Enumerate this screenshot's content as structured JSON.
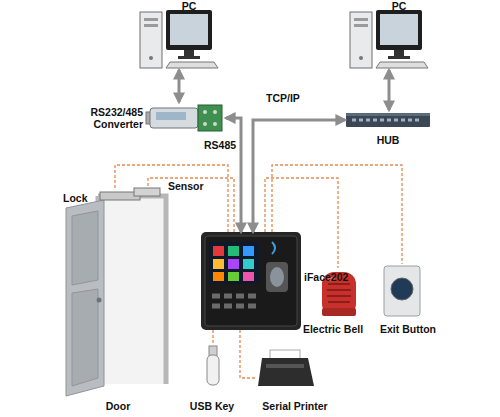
{
  "diagram": {
    "nodes": [
      {
        "text": [
          "PC"
        ]
      },
      {
        "text": [
          "PC"
        ]
      },
      {
        "text": [
          "RS232/485 Converter"
        ]
      },
      {
        "text": [
          "HUB"
        ]
      },
      {
        "text": [
          "iFace202"
        ]
      },
      {
        "text": [
          "Lock"
        ]
      },
      {
        "text": [
          "Sensor"
        ]
      },
      {
        "text": [
          "Door"
        ]
      },
      {
        "text": [
          "Electric Bell"
        ]
      },
      {
        "text": [
          "Exit Button"
        ]
      },
      {
        "text": [
          "USB Key"
        ]
      },
      {
        "text": [
          "Serial Printer"
        ]
      }
    ],
    "edges": [
      {
        "from": 0,
        "to": 2,
        "arrow": "both"
      },
      {
        "from": 1,
        "to": 3,
        "arrow": "both"
      },
      {
        "from": 2,
        "to": 4,
        "label": "RS485",
        "arrow": "both"
      },
      {
        "from": 3,
        "to": 4,
        "label": "TCP/IP",
        "arrow": "both"
      },
      {
        "from": 4,
        "to": 5,
        "arrow": "none"
      },
      {
        "from": 4,
        "to": 6,
        "arrow": "none"
      },
      {
        "from": 4,
        "to": 8,
        "arrow": "none"
      },
      {
        "from": 4,
        "to": 9,
        "arrow": "none"
      },
      {
        "from": 4,
        "to": 10,
        "arrow": "none"
      },
      {
        "from": 4,
        "to": 11,
        "arrow": "none"
      }
    ]
  }
}
